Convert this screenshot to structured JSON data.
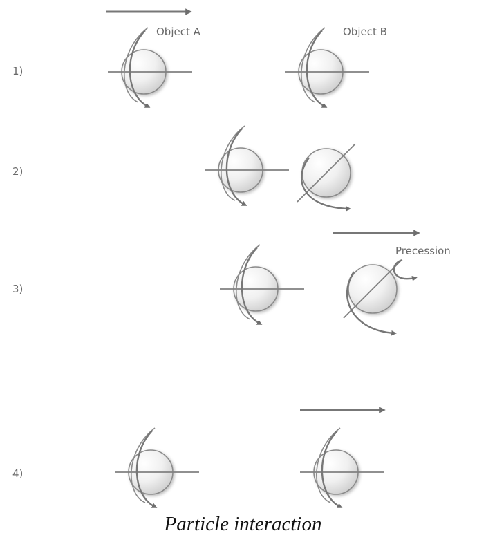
{
  "labels": {
    "object_a": "Object A",
    "object_b": "Object B",
    "precession": "Precession"
  },
  "steps": [
    "1)",
    "2)",
    "3)",
    "4)"
  ],
  "caption": "Particle interaction",
  "colors": {
    "stroke": "#808080",
    "arrow": "#6e6e6e",
    "label": "#6a6a6a",
    "ball_light": "#ffffff",
    "ball_dark": "#cfcfcf"
  }
}
